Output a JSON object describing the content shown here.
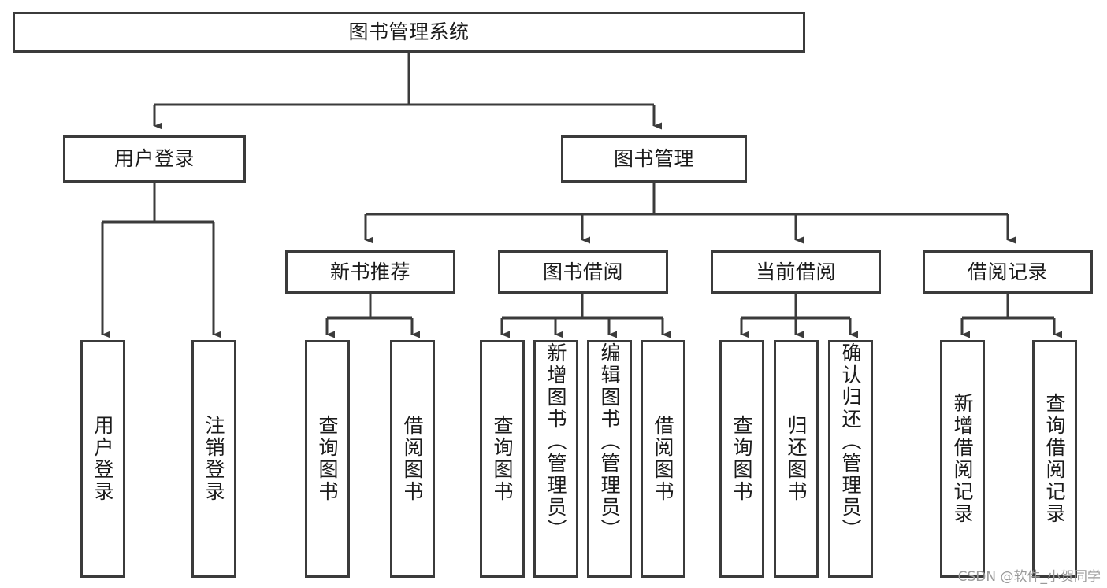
{
  "diagram": {
    "type": "tree-hierarchy",
    "title": "图书管理系统",
    "orientation": "top-down",
    "nodes": {
      "root": {
        "label": "图书管理系统"
      },
      "user_login": {
        "label": "用户登录"
      },
      "book_manage": {
        "label": "图书管理"
      },
      "new_book_rec": {
        "label": "新书推荐"
      },
      "book_borrow": {
        "label": "图书借阅"
      },
      "current_borrow": {
        "label": "当前借阅"
      },
      "borrow_record": {
        "label": "借阅记录"
      },
      "leaf_user_login": {
        "label": "用户登录"
      },
      "leaf_logout": {
        "label": "注销登录"
      },
      "leaf_query_book_1": {
        "label": "查询图书"
      },
      "leaf_borrow_book_1": {
        "label": "借阅图书"
      },
      "leaf_query_book_2": {
        "label": "查询图书"
      },
      "leaf_add_book": {
        "label": "新增图书（管理员）"
      },
      "leaf_edit_book": {
        "label": "编辑图书（管理员）"
      },
      "leaf_borrow_book_2": {
        "label": "借阅图书"
      },
      "leaf_query_book_3": {
        "label": "查询图书"
      },
      "leaf_return_book": {
        "label": "归还图书"
      },
      "leaf_confirm_return": {
        "label": "确认归还（管理员）"
      },
      "leaf_add_record": {
        "label": "新增借阅记录"
      },
      "leaf_query_record": {
        "label": "查询借阅记录"
      }
    },
    "edges": [
      {
        "from": "root",
        "to": "user_login"
      },
      {
        "from": "root",
        "to": "book_manage"
      },
      {
        "from": "user_login",
        "to": "leaf_user_login"
      },
      {
        "from": "user_login",
        "to": "leaf_logout"
      },
      {
        "from": "book_manage",
        "to": "new_book_rec"
      },
      {
        "from": "book_manage",
        "to": "book_borrow"
      },
      {
        "from": "book_manage",
        "to": "current_borrow"
      },
      {
        "from": "book_manage",
        "to": "borrow_record"
      },
      {
        "from": "new_book_rec",
        "to": "leaf_query_book_1"
      },
      {
        "from": "new_book_rec",
        "to": "leaf_borrow_book_1"
      },
      {
        "from": "book_borrow",
        "to": "leaf_query_book_2"
      },
      {
        "from": "book_borrow",
        "to": "leaf_add_book"
      },
      {
        "from": "book_borrow",
        "to": "leaf_edit_book"
      },
      {
        "from": "book_borrow",
        "to": "leaf_borrow_book_2"
      },
      {
        "from": "current_borrow",
        "to": "leaf_query_book_3"
      },
      {
        "from": "current_borrow",
        "to": "leaf_return_book"
      },
      {
        "from": "current_borrow",
        "to": "leaf_confirm_return"
      },
      {
        "from": "borrow_record",
        "to": "leaf_add_record"
      },
      {
        "from": "borrow_record",
        "to": "leaf_query_record"
      }
    ],
    "colors": {
      "border": "#3b3b3b",
      "background": "#ffffff",
      "text": "#1b1b1b",
      "connector": "#3b3b3b",
      "watermark": "#9a9a9a"
    }
  },
  "watermark": {
    "text": "CSDN @软件_小贺同学"
  }
}
